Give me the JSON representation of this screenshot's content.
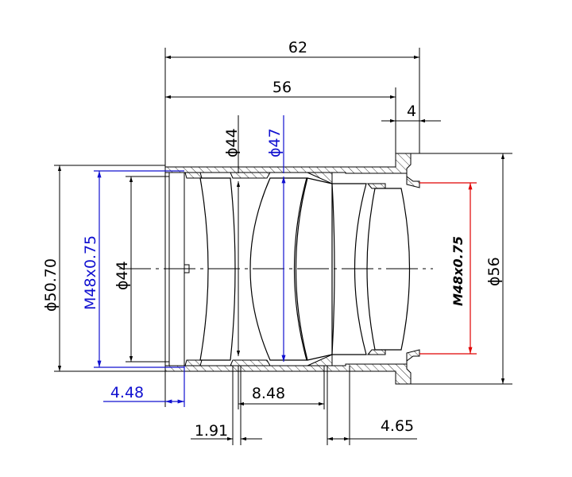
{
  "drawing": {
    "dimensions": {
      "overall_length": "62",
      "body_length": "56",
      "flange_width": "4",
      "bore_diameter_top": "ϕ44",
      "lens_diameter": "ϕ47",
      "outer_diameter_left": "ϕ50.70",
      "thread_left": "M48x0.75",
      "inner_diameter_left": "ϕ44",
      "thread_right": "M48x0.75",
      "flange_diameter": "ϕ56",
      "thread_depth": "4.48",
      "lens_spacing": "8.48",
      "spacer_width": "1.91",
      "rear_spacing": "4.65"
    },
    "colors": {
      "thread_left": "#1010d0",
      "lens_diameter": "#1010d0",
      "thread_right": "#e00000",
      "lines": "#000000"
    }
  }
}
